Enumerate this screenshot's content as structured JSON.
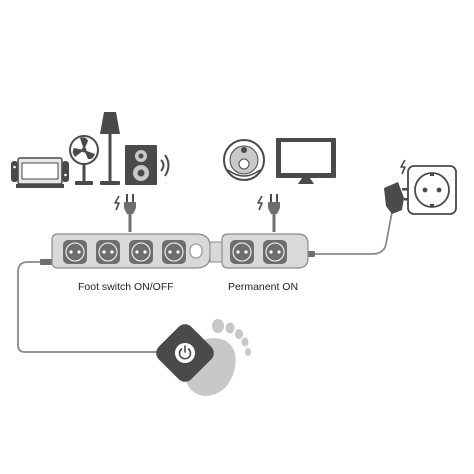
{
  "labels": {
    "foot_switch": "Foot switch ON/OFF",
    "permanent": "Permanent ON"
  },
  "groups": {
    "switched": {
      "sockets": 4,
      "devices": [
        "game-console-icon",
        "fan-icon",
        "floor-lamp-icon",
        "speaker-icon"
      ]
    },
    "permanent": {
      "sockets": 2,
      "devices": [
        "robot-vacuum-icon",
        "television-icon"
      ]
    }
  },
  "icons": [
    "power-icon",
    "footprint-icon",
    "wall-socket-icon",
    "mains-plug-icon",
    "lightning-icon",
    "plug-icon"
  ],
  "colors": {
    "strip_body": "#d9d9d9",
    "socket": "#6e6e6e",
    "cable": "#8a8a8a",
    "icon_dark": "#4a4a4a",
    "icon_light": "#c8c8c8"
  }
}
